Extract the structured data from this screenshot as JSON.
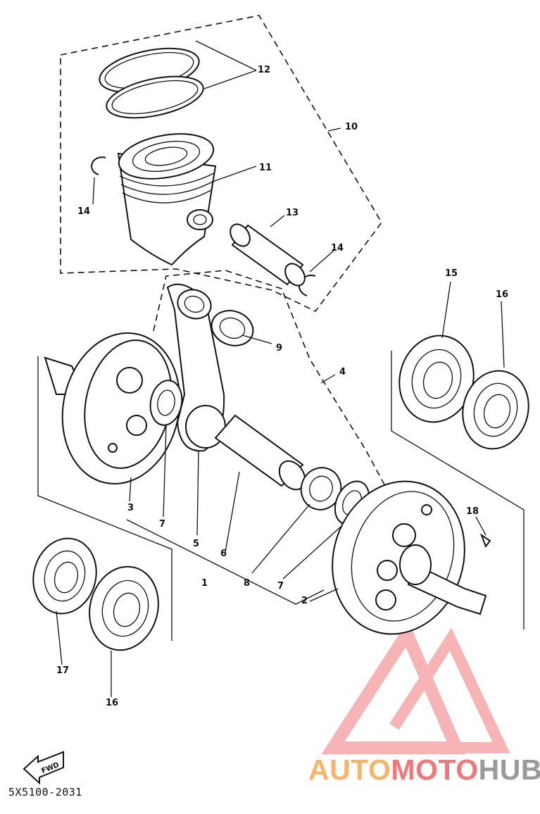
{
  "diagram": {
    "callouts": [
      "1",
      "2",
      "3",
      "4",
      "5",
      "6",
      "7",
      "7",
      "8",
      "9",
      "10",
      "11",
      "12",
      "13",
      "14",
      "14",
      "15",
      "16",
      "16",
      "17",
      "18"
    ],
    "part_code": "5X5100-2031",
    "fwd_label": "FWD"
  },
  "watermark": {
    "part1": "AUTO",
    "part2": "MOTO",
    "part3": "HUB",
    "colors": {
      "auto": "#f6b46a",
      "moto": "#f0777a",
      "hub": "#9a9a9a"
    }
  }
}
